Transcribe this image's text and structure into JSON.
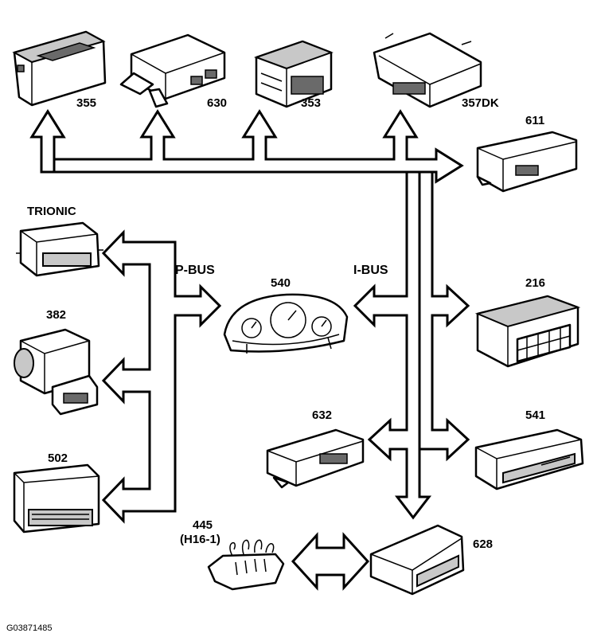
{
  "bus_labels": {
    "p_bus": "P-BUS",
    "i_bus": "I-BUS"
  },
  "modules": {
    "m355": "355",
    "m630": "630",
    "m353": "353",
    "m357dk": "357DK",
    "m611": "611",
    "trionic": "TRIONIC",
    "m382": "382",
    "m540": "540",
    "m216": "216",
    "m632": "632",
    "m541": "541",
    "m502": "502",
    "m445": "445",
    "m445_sub": "(H16-1)",
    "m628": "628"
  },
  "figure_id": "G03871485"
}
